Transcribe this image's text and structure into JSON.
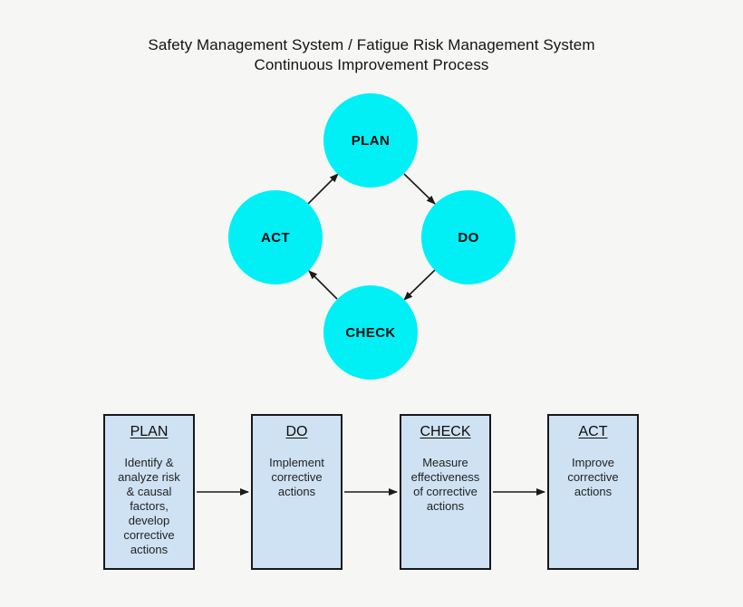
{
  "title": {
    "line1": "Safety Management System / Fatigue Risk Management System",
    "line2": "Continuous Improvement Process"
  },
  "colors": {
    "background": "#F6F6F5",
    "cycle_circle_fill": "#00F0F6",
    "process_box_fill": "#CFE2F3",
    "process_box_border": "#17181C",
    "arrow": "#1A1A1A",
    "text": "#111111"
  },
  "cycle": {
    "nodes": [
      {
        "id": "plan",
        "label": "PLAN"
      },
      {
        "id": "do",
        "label": "DO"
      },
      {
        "id": "check",
        "label": "CHECK"
      },
      {
        "id": "act",
        "label": "ACT"
      }
    ]
  },
  "boxes": [
    {
      "header": "PLAN",
      "body": "Identify &\nanalyze risk\n& causal\nfactors,\ndevelop\ncorrective\nactions"
    },
    {
      "header": "DO",
      "body": "Implement\ncorrective\nactions"
    },
    {
      "header": "CHECK",
      "body": "Measure\neffectiveness\nof corrective\nactions"
    },
    {
      "header": "ACT",
      "body": "Improve\ncorrective\nactions"
    }
  ]
}
